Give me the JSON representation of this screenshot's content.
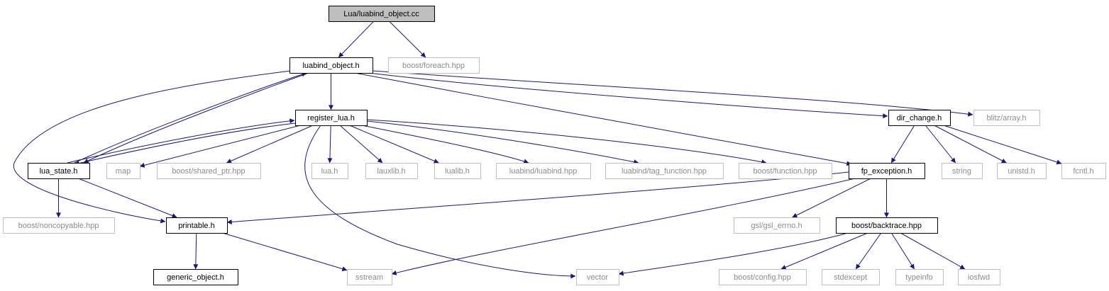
{
  "colors": {
    "edge": "#191970",
    "focus_fill": "#bfbfbf",
    "local_border": "#000000",
    "external_border": "#bfbfbf",
    "local_text": "#000000",
    "external_text": "#8c8c8c"
  },
  "nodes": [
    {
      "id": "lua_luabind_object_cc",
      "label": "Lua/luabind_object.cc",
      "kind": "focus"
    },
    {
      "id": "luabind_object_h",
      "label": "luabind_object.h",
      "kind": "local"
    },
    {
      "id": "boost_foreach_hpp",
      "label": "boost/foreach.hpp",
      "kind": "external"
    },
    {
      "id": "register_lua_h",
      "label": "register_lua.h",
      "kind": "local"
    },
    {
      "id": "dir_change_h",
      "label": "dir_change.h",
      "kind": "local"
    },
    {
      "id": "blitz_array_h",
      "label": "blitz/array.h",
      "kind": "external"
    },
    {
      "id": "lua_state_h",
      "label": "lua_state.h",
      "kind": "local"
    },
    {
      "id": "map",
      "label": "map",
      "kind": "external"
    },
    {
      "id": "boost_shared_ptr_hpp",
      "label": "boost/shared_ptr.hpp",
      "kind": "external"
    },
    {
      "id": "lua_h",
      "label": "lua.h",
      "kind": "external"
    },
    {
      "id": "lauxlib_h",
      "label": "lauxlib.h",
      "kind": "external"
    },
    {
      "id": "lualib_h",
      "label": "lualib.h",
      "kind": "external"
    },
    {
      "id": "luabind_luabind_hpp",
      "label": "luabind/luabind.hpp",
      "kind": "external"
    },
    {
      "id": "luabind_tag_function_hpp",
      "label": "luabind/tag_function.hpp",
      "kind": "external"
    },
    {
      "id": "boost_function_hpp",
      "label": "boost/function.hpp",
      "kind": "external"
    },
    {
      "id": "fp_exception_h",
      "label": "fp_exception.h",
      "kind": "local"
    },
    {
      "id": "string",
      "label": "string",
      "kind": "external"
    },
    {
      "id": "unistd_h",
      "label": "unistd.h",
      "kind": "external"
    },
    {
      "id": "fcntl_h",
      "label": "fcntl.h",
      "kind": "external"
    },
    {
      "id": "boost_noncopyable_hpp",
      "label": "boost/noncopyable.hpp",
      "kind": "external"
    },
    {
      "id": "printable_h",
      "label": "printable.h",
      "kind": "local"
    },
    {
      "id": "gsl_gsl_errno_h",
      "label": "gsl/gsl_errno.h",
      "kind": "external"
    },
    {
      "id": "boost_backtrace_hpp",
      "label": "boost/backtrace.hpp",
      "kind": "local"
    },
    {
      "id": "generic_object_h",
      "label": "generic_object.h",
      "kind": "local"
    },
    {
      "id": "sstream",
      "label": "sstream",
      "kind": "external"
    },
    {
      "id": "vector",
      "label": "vector",
      "kind": "external"
    },
    {
      "id": "boost_config_hpp",
      "label": "boost/config.hpp",
      "kind": "external"
    },
    {
      "id": "stdexcept",
      "label": "stdexcept",
      "kind": "external"
    },
    {
      "id": "typeinfo",
      "label": "typeinfo",
      "kind": "external"
    },
    {
      "id": "iosfwd",
      "label": "iosfwd",
      "kind": "external"
    }
  ],
  "edges": [
    {
      "from": "lua_luabind_object_cc",
      "to": "luabind_object_h"
    },
    {
      "from": "lua_luabind_object_cc",
      "to": "boost_foreach_hpp"
    },
    {
      "from": "luabind_object_h",
      "to": "register_lua_h"
    },
    {
      "from": "luabind_object_h",
      "to": "lua_state_h"
    },
    {
      "from": "luabind_object_h",
      "to": "printable_h"
    },
    {
      "from": "luabind_object_h",
      "to": "dir_change_h"
    },
    {
      "from": "luabind_object_h",
      "to": "blitz_array_h"
    },
    {
      "from": "luabind_object_h",
      "to": "fp_exception_h"
    },
    {
      "from": "lua_state_h",
      "to": "luabind_object_h"
    },
    {
      "from": "lua_state_h",
      "to": "register_lua_h"
    },
    {
      "from": "lua_state_h",
      "to": "boost_noncopyable_hpp"
    },
    {
      "from": "lua_state_h",
      "to": "printable_h"
    },
    {
      "from": "register_lua_h",
      "to": "lua_state_h"
    },
    {
      "from": "register_lua_h",
      "to": "map"
    },
    {
      "from": "register_lua_h",
      "to": "boost_shared_ptr_hpp"
    },
    {
      "from": "register_lua_h",
      "to": "lua_h"
    },
    {
      "from": "register_lua_h",
      "to": "lauxlib_h"
    },
    {
      "from": "register_lua_h",
      "to": "lualib_h"
    },
    {
      "from": "register_lua_h",
      "to": "luabind_luabind_hpp"
    },
    {
      "from": "register_lua_h",
      "to": "luabind_tag_function_hpp"
    },
    {
      "from": "register_lua_h",
      "to": "boost_function_hpp"
    },
    {
      "from": "register_lua_h",
      "to": "vector"
    },
    {
      "from": "dir_change_h",
      "to": "fp_exception_h"
    },
    {
      "from": "dir_change_h",
      "to": "string"
    },
    {
      "from": "dir_change_h",
      "to": "unistd_h"
    },
    {
      "from": "dir_change_h",
      "to": "fcntl_h"
    },
    {
      "from": "fp_exception_h",
      "to": "printable_h"
    },
    {
      "from": "fp_exception_h",
      "to": "sstream"
    },
    {
      "from": "fp_exception_h",
      "to": "gsl_gsl_errno_h"
    },
    {
      "from": "fp_exception_h",
      "to": "boost_backtrace_hpp"
    },
    {
      "from": "printable_h",
      "to": "generic_object_h"
    },
    {
      "from": "printable_h",
      "to": "sstream"
    },
    {
      "from": "boost_backtrace_hpp",
      "to": "vector"
    },
    {
      "from": "boost_backtrace_hpp",
      "to": "boost_config_hpp"
    },
    {
      "from": "boost_backtrace_hpp",
      "to": "stdexcept"
    },
    {
      "from": "boost_backtrace_hpp",
      "to": "typeinfo"
    },
    {
      "from": "boost_backtrace_hpp",
      "to": "iosfwd"
    }
  ]
}
